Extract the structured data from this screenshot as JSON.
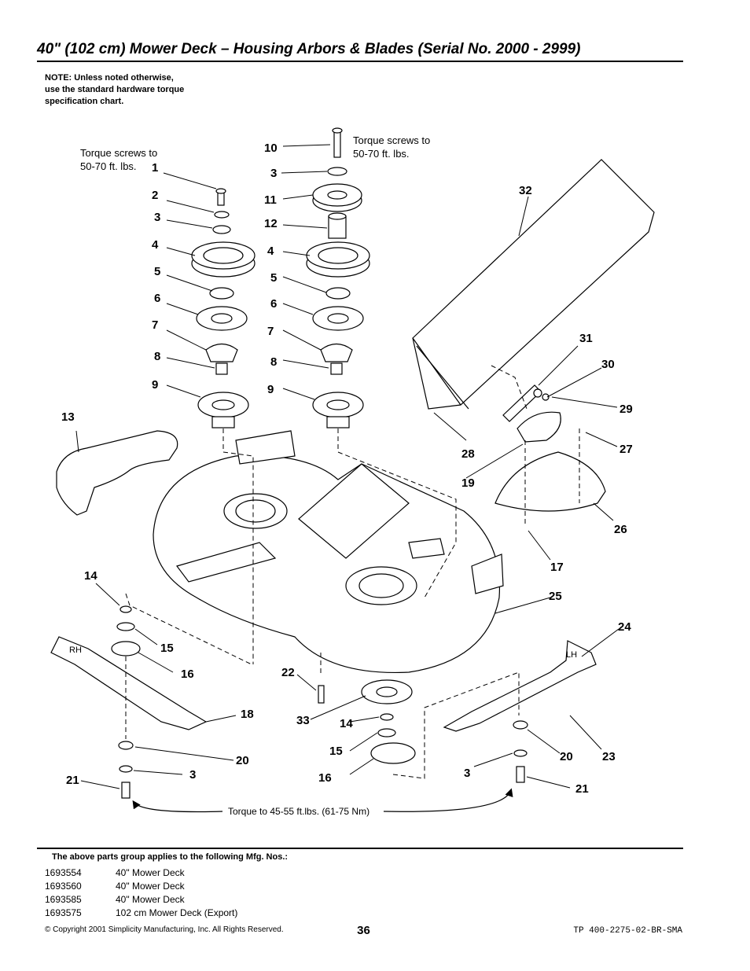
{
  "header": {
    "title": "40\" (102 cm) Mower Deck – Housing Arbors & Blades (Serial No. 2000 - 2999)",
    "note": [
      "NOTE: Unless noted otherwise,",
      "use the standard hardware torque",
      "specification chart."
    ]
  },
  "diagram": {
    "torque_left": [
      "Torque screws to",
      "50-70 ft. lbs."
    ],
    "torque_center": [
      "Torque screws to",
      "50-70 ft. lbs."
    ],
    "torque_bottom": "Torque to 45-55 ft.lbs. (61-75 Nm)",
    "blade_rh": "RH",
    "blade_lh": "LH",
    "callouts": [
      "1",
      "2",
      "3",
      "4",
      "5",
      "6",
      "7",
      "8",
      "9",
      "10",
      "3",
      "11",
      "12",
      "4",
      "5",
      "6",
      "7",
      "8",
      "9",
      "32",
      "31",
      "30",
      "29",
      "27",
      "28",
      "19",
      "26",
      "13",
      "17",
      "25",
      "14",
      "15",
      "16",
      "24",
      "22",
      "18",
      "33",
      "14",
      "15",
      "16",
      "20",
      "3",
      "21",
      "20",
      "23",
      "3",
      "21"
    ]
  },
  "footer": {
    "applies_heading": "The above parts group applies to the following Mfg. Nos.:",
    "mfg_numbers": [
      {
        "number": "1693554",
        "description": "40\" Mower Deck"
      },
      {
        "number": "1693560",
        "description": "40\" Mower Deck"
      },
      {
        "number": "1693585",
        "description": "40\" Mower Deck"
      },
      {
        "number": "1693575",
        "description": "102 cm Mower Deck (Export)"
      }
    ],
    "copyright": "© Copyright  2001 Simplicity Manufacturing, Inc. All Rights Reserved.",
    "page_number": "36",
    "doc_id": "TP 400-2275-02-BR-SMA"
  }
}
